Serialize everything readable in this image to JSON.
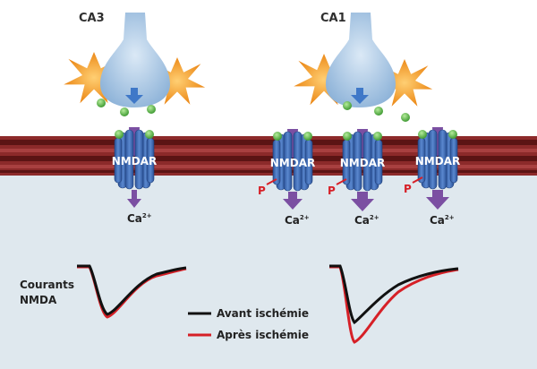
{
  "labels": {
    "ca3": "CA3",
    "ca1": "CA1",
    "receptor": "NMDAR",
    "calcium_base": "Ca",
    "calcium_charge": "2+",
    "phospho": "P",
    "currents_line1": "Courants",
    "currents_line2": "NMDA",
    "legend_before": "Avant ischémie",
    "legend_after": "Après ischémie"
  },
  "colors": {
    "legend_before": "#111111",
    "legend_after": "#d62027",
    "receptor": "#3f6db5",
    "membrane": "#7a1e1e",
    "glutamate": "#52b043",
    "terminal": "#a9c8e6",
    "astrocyte": "#f39a1d",
    "calcium_arrow": "#7b4fa2",
    "bottom_bg": "#dfe8ee"
  },
  "icons": {
    "arrow": "down-arrow-icon",
    "dot": "glutamate-dot-icon"
  }
}
